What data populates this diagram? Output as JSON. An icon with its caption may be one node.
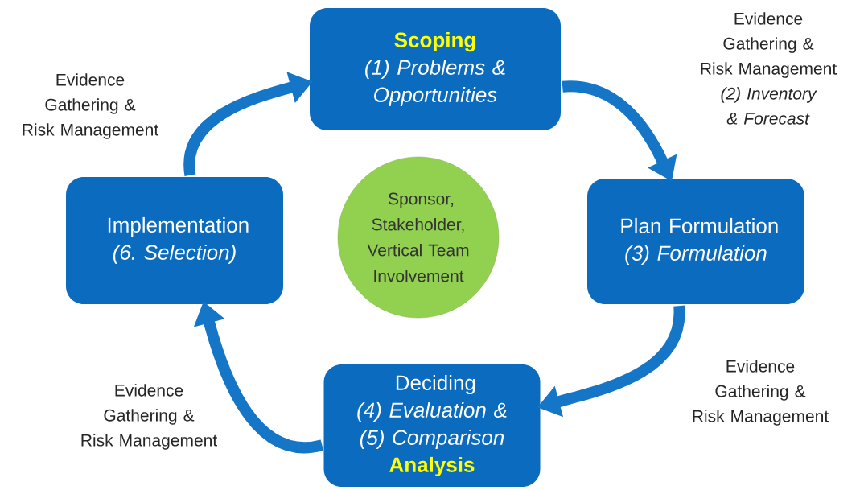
{
  "diagram": {
    "nodes": [
      {
        "text": [
          "Scoping",
          "(1) Problems & Opportunities"
        ]
      },
      {
        "text": [
          "Plan Formulation",
          "(3) Formulation"
        ]
      },
      {
        "text": [
          "Deciding",
          "(4) Evaluation & (5) Comparison",
          "Analysis"
        ]
      },
      {
        "text": [
          "Implementation",
          "(6. Selection)"
        ]
      },
      {
        "text": [
          "Sponsor, Stakeholder, Vertical Team Involvement"
        ]
      }
    ],
    "edges": [
      {
        "from": 0,
        "to": 1,
        "arrow": "to",
        "label": "Evidence Gathering & Risk Management *(2) Inventory & Forecast*"
      },
      {
        "from": 1,
        "to": 2,
        "arrow": "to",
        "label": "Evidence Gathering & Risk Management"
      },
      {
        "from": 2,
        "to": 3,
        "arrow": "to",
        "label": "Evidence Gathering & Risk Management"
      },
      {
        "from": 3,
        "to": 0,
        "arrow": "to",
        "label": "Evidence Gathering & Risk Management"
      }
    ]
  }
}
